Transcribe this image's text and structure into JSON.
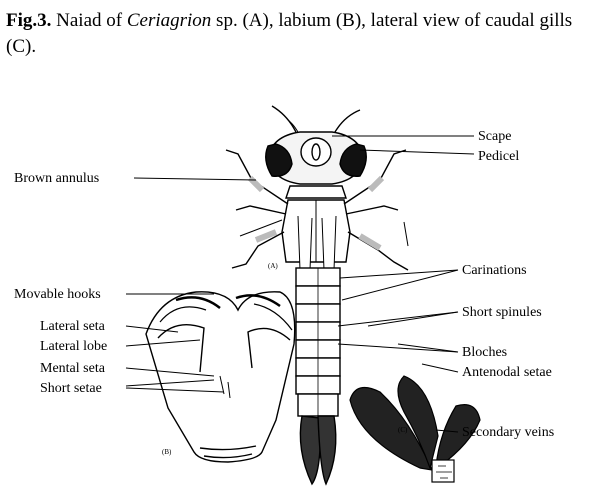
{
  "caption": {
    "fig_label": "Fig.3.",
    "part1": " Naiad of ",
    "genus": "Ceriagrion",
    "part2": "  sp. (A), labium (B), lateral view of caudal gills (C)."
  },
  "figure": {
    "sub_labels": {
      "a": "(A)",
      "b": "(B)",
      "c": "(C)"
    },
    "labels_right": {
      "scape": "Scape",
      "pedicel": "Pedicel",
      "carinations": "Carinations",
      "short_spinules": "Short spinules",
      "bloches": "Bloches",
      "antenodal_setae": "Antenodal setae",
      "secondary_veins": "Secondary veins"
    },
    "labels_left": {
      "brown_annulus": "Brown annulus",
      "movable_hooks": "Movable hooks",
      "lateral_seta": "Lateral seta",
      "lateral_lobe": "Lateral lobe",
      "mental_seta": "Mental seta",
      "short_setae": "Short setae"
    }
  }
}
